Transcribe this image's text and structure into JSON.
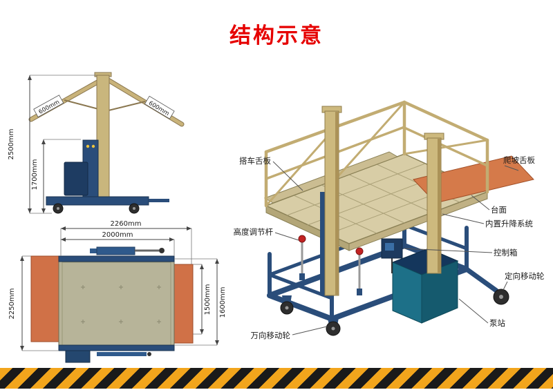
{
  "page": {
    "title": "结构示意"
  },
  "side_view": {
    "dim_total_height": "2500mm",
    "dim_mast_height": "1700mm",
    "dim_left_wing": "600mm",
    "dim_right_wing": "600mm"
  },
  "top_view": {
    "dim_outer_width": "2260mm",
    "dim_inner_width": "2000mm",
    "dim_total_depth": "2250mm",
    "dim_inner_depth": "1500mm",
    "dim_outer_depth": "1600mm"
  },
  "iso_view": {
    "labels": {
      "dock_lip": "搭车舌板",
      "ramp_lip": "爬坡舌板",
      "platform_surface": "台面",
      "builtin_lift_system": "内置升降系统",
      "height_adjust_rod": "高度调节杆",
      "control_box": "控制箱",
      "directional_wheel": "定向移动轮",
      "pump_station": "泵站",
      "universal_wheel": "万向移动轮"
    }
  },
  "colors": {
    "title_red": "#e60000",
    "frame_blue": "#2a4d7a",
    "mast_tan": "#cdb97e",
    "deck_tan": "#d8cda6",
    "plate_orange": "#d57a4a",
    "pump_teal": "#1d7088",
    "hazard_yellow": "#f2a51c",
    "hazard_black": "#1a1a1a"
  }
}
